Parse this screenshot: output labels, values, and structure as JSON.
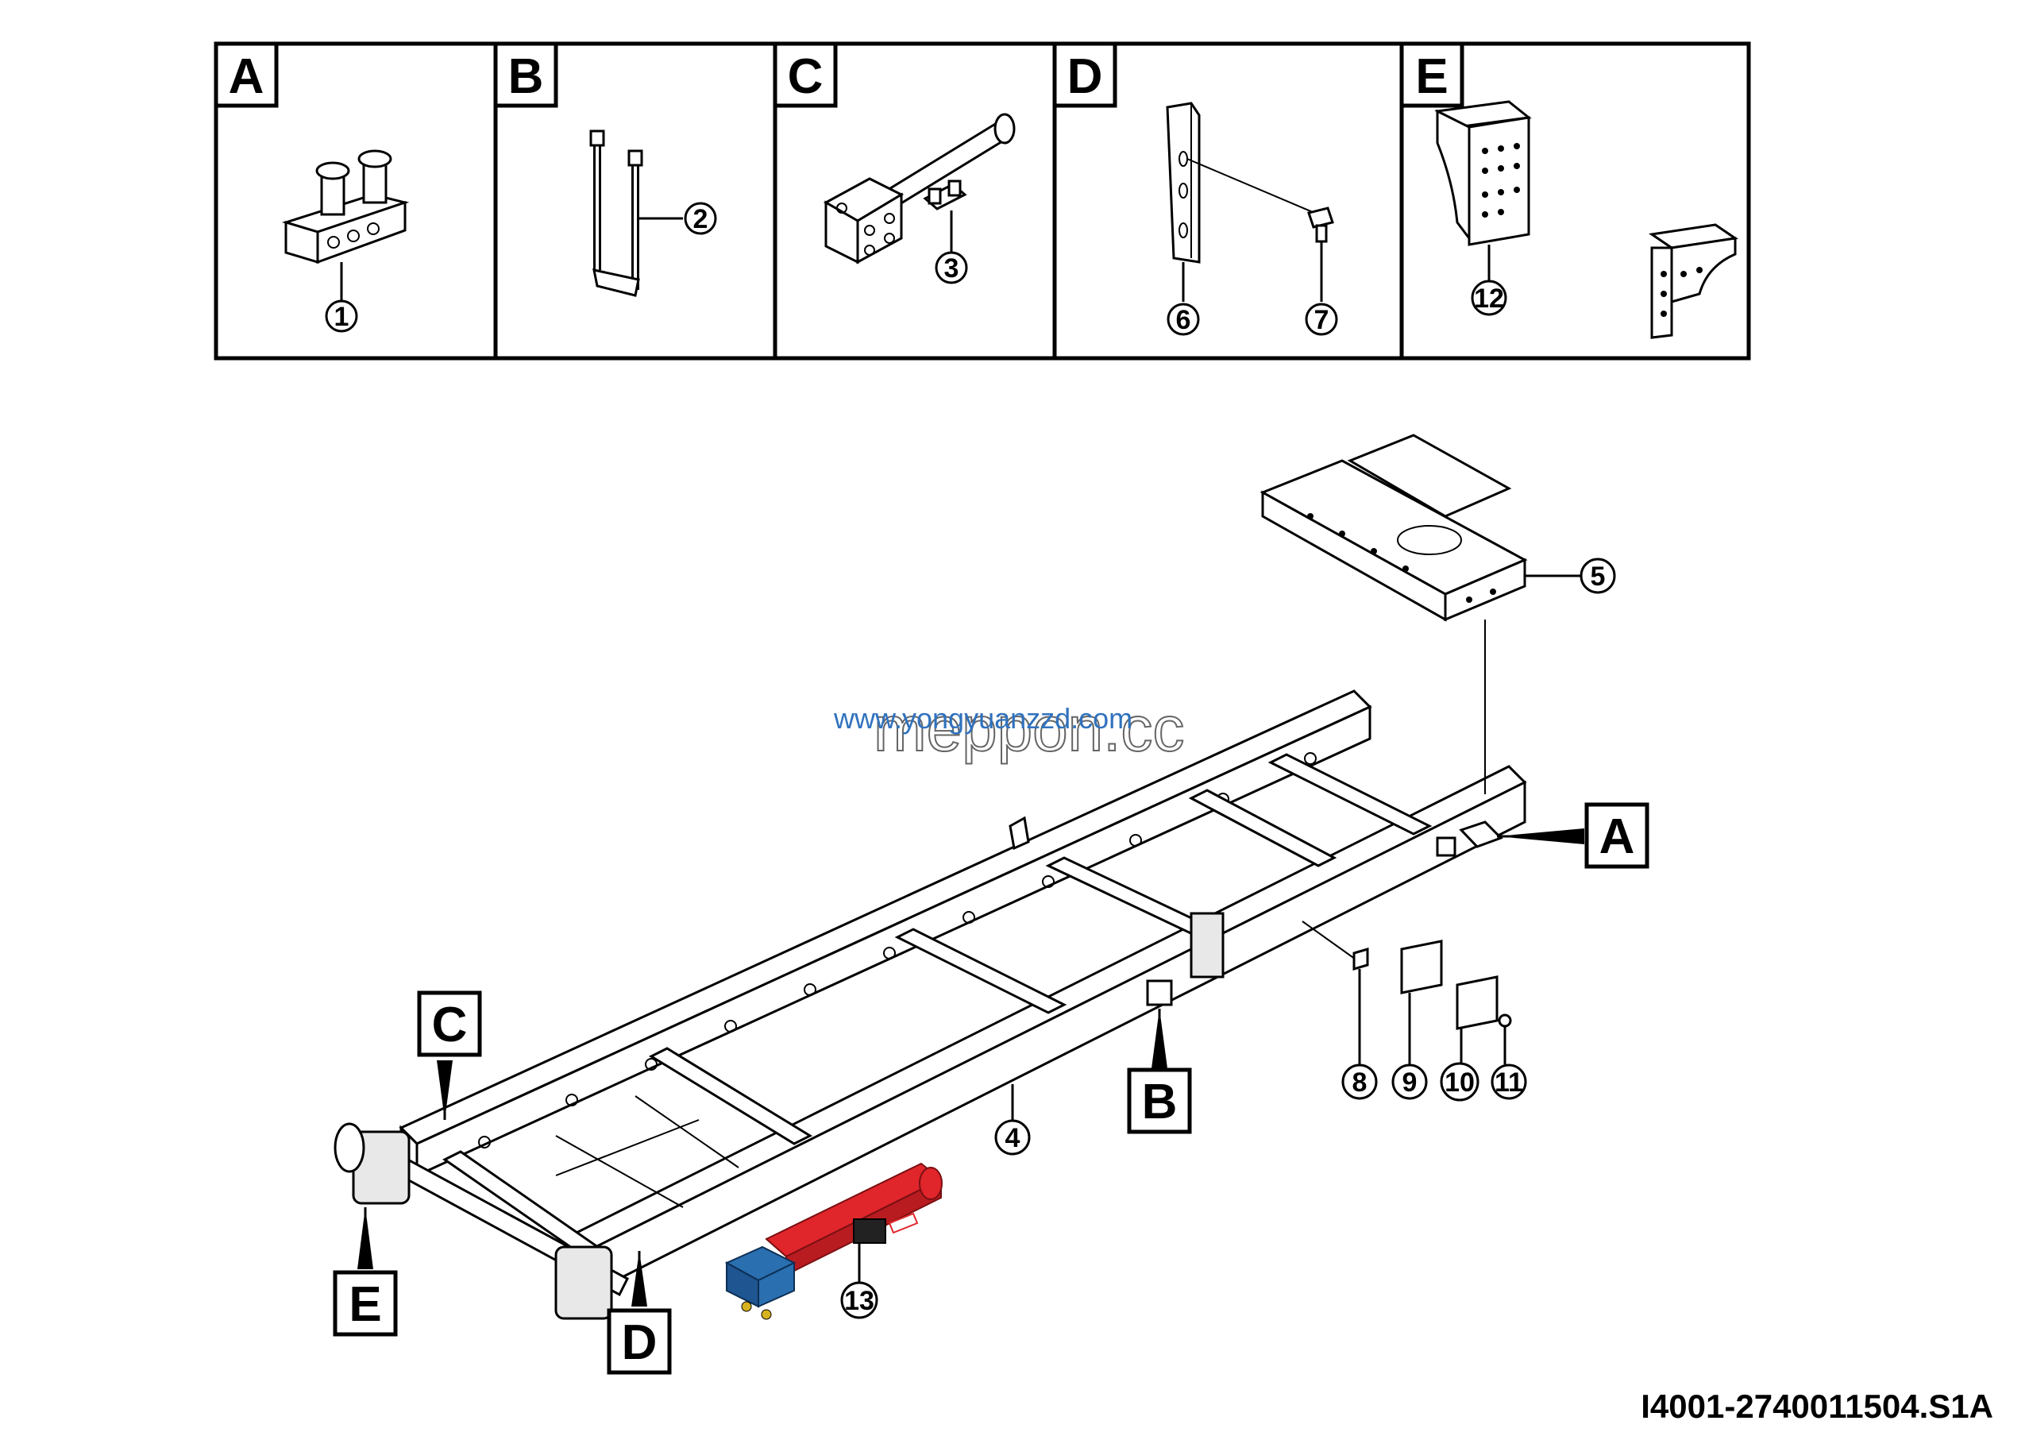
{
  "panels": [
    {
      "label": "A"
    },
    {
      "label": "B"
    },
    {
      "label": "C"
    },
    {
      "label": "D"
    },
    {
      "label": "E"
    }
  ],
  "callouts": {
    "c1": "1",
    "c2": "2",
    "c3": "3",
    "c4": "4",
    "c5": "5",
    "c6": "6",
    "c7": "7",
    "c8": "8",
    "c9": "9",
    "c10": "10",
    "c11": "11",
    "c12": "12",
    "c13": "13"
  },
  "view_labels": {
    "A": "A",
    "B": "B",
    "C": "C",
    "D": "D",
    "E": "E"
  },
  "watermark": {
    "url": "www.yongyuanzzd.com",
    "overlay": "meppon.cc"
  },
  "drawing_code": "I4001-2740011504.S1A",
  "colors": {
    "pump_red": "#e0262b",
    "pump_blue": "#2a6fb0",
    "watermark_blue": "#1a63b8"
  }
}
